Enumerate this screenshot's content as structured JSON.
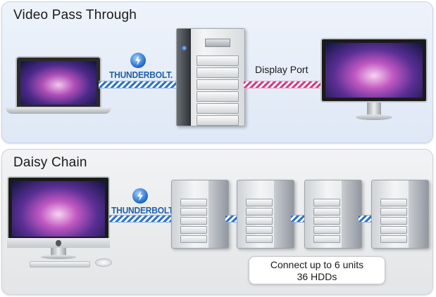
{
  "sections": {
    "video_pass_through": {
      "title": "Video Pass Through",
      "thunderbolt_label": "THUNDERBOLT.",
      "display_port_label": "Display Port"
    },
    "daisy_chain": {
      "title": "Daisy Chain",
      "thunderbolt_label": "THUNDERBOLT.",
      "callout_line1": "Connect up to 6 units",
      "callout_line2": "36 HDDs"
    }
  },
  "colors": {
    "thunderbolt_cable": "#2f74c9",
    "display_port_cable": "#d93a85",
    "thunderbolt_text": "#1e5fa8"
  },
  "icons": [
    "laptop-icon",
    "storage-unit-icon",
    "monitor-icon",
    "imac-icon",
    "thunderbolt-icon",
    "apple-icon"
  ]
}
